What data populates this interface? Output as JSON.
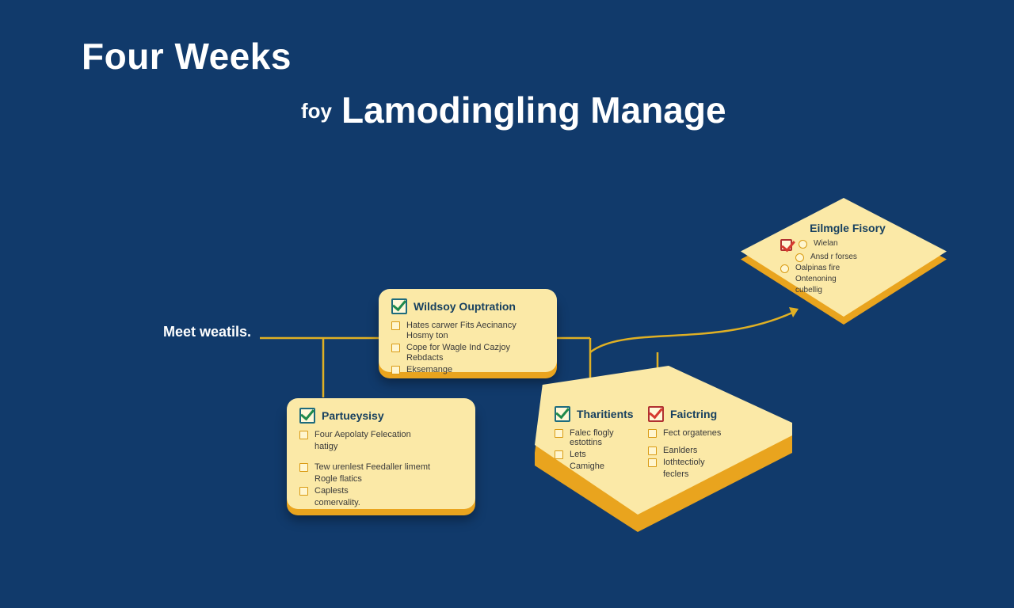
{
  "title": "Four Weeks",
  "subtitle_prefix": "foy",
  "subtitle": "Lamodingling Manage",
  "side_label": "Meet weatils.",
  "cards": {
    "top": {
      "title": "Wildsoy Ouptration",
      "items": [
        "Hates carwer Fits Aecinancy",
        "Hosmy ton",
        "Cope for Wagle Ind Cazjoy",
        "Rebdacts",
        "Eksemange"
      ]
    },
    "left": {
      "title": "Partueysisy",
      "items": [
        "Four Aepolaty Felecation",
        "hatigy",
        "Tew urenlest Feedaller limemt",
        "Rogle flatics",
        "Caplests",
        "comervality."
      ]
    },
    "right_a": {
      "title": "Tharitients",
      "items": [
        "Falec flogly",
        "estottins",
        "Lets",
        "Camighe"
      ]
    },
    "right_b": {
      "title": "Faictring",
      "items": [
        "Fect orgatenes",
        "Eanlders",
        "Iothtectioly",
        "feclers"
      ]
    },
    "diamond": {
      "title": "Eilmgle Fisory",
      "items": [
        "Wielan",
        "Ansd r forses",
        "Oalpinas fire",
        "Ontenoning",
        "cubellig"
      ]
    }
  },
  "colors": {
    "background": "#113a6b",
    "card": "#fbe9a7",
    "card_edge": "#e9a41e",
    "connector": "#e0b024",
    "check_green": "#1f8a4c",
    "check_red": "#d63a2f"
  }
}
